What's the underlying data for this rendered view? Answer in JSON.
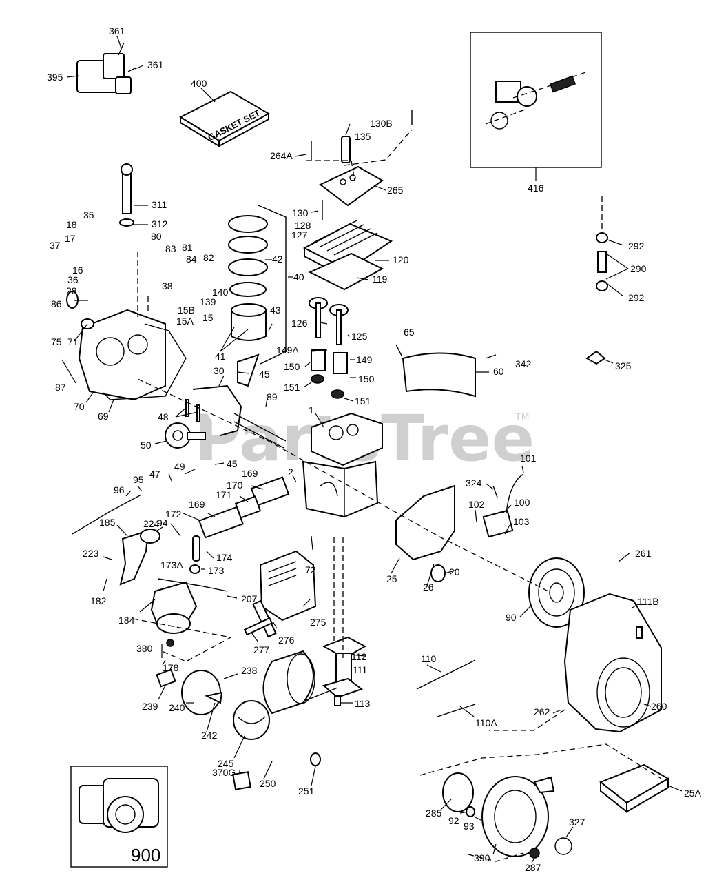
{
  "watermark": {
    "text": "PartsTree",
    "trademark": "TM"
  },
  "gasket_set_text": "GASKET SET",
  "parts": {
    "p361a": "361",
    "p361b": "361",
    "p395": "395",
    "p400": "400",
    "p130B": "130B",
    "p135": "135",
    "p264A": "264A",
    "p265": "265",
    "p416": "416",
    "p311": "311",
    "p312": "312",
    "p35": "35",
    "p18": "18",
    "p17": "17",
    "p37": "37",
    "p16": "16",
    "p36": "36",
    "p28": "28",
    "p80": "80",
    "p83": "83",
    "p81": "81",
    "p84": "84",
    "p82": "82",
    "p139": "139",
    "p140": "140",
    "p42": "42",
    "p40": "40",
    "p130": "130",
    "p128": "128",
    "p127": "127",
    "p120": "120",
    "p119": "119",
    "p292a": "292",
    "p290": "290",
    "p292b": "292",
    "p38": "38",
    "p15B": "15B",
    "p15A": "15A",
    "p15": "15",
    "p86": "86",
    "p75": "75",
    "p71": "71",
    "p87": "87",
    "p70": "70",
    "p69": "69",
    "p43": "43",
    "p41": "41",
    "p126": "126",
    "p125": "125",
    "p149A": "149A",
    "p149": "149",
    "p150a": "150",
    "p150b": "150",
    "p151a": "151",
    "p151b": "151",
    "p65": "65",
    "p342": "342",
    "p60": "60",
    "p325": "325",
    "p30": "30",
    "p45a": "45",
    "p89": "89",
    "p48": "48",
    "p50": "50",
    "p1": "1",
    "p45b": "45",
    "p47": "47",
    "p49": "49",
    "p169a": "169",
    "p2": "2",
    "p170": "170",
    "p171": "171",
    "p169b": "169",
    "p172": "172",
    "p174": "174",
    "p173A": "173A",
    "p173": "173",
    "p96": "96",
    "p95": "95",
    "p224": "224",
    "p94": "94",
    "p185": "185",
    "p223": "223",
    "p182": "182",
    "p184": "184",
    "p207": "207",
    "p72": "72",
    "p101": "101",
    "p324": "324",
    "p100": "100",
    "p102": "102",
    "p103": "103",
    "p25": "25",
    "p26": "26",
    "p20": "20",
    "p261": "261",
    "p111B": "111B",
    "p90": "90",
    "p275": "275",
    "p276": "276",
    "p277": "277",
    "p380": "380",
    "p178": "178",
    "p112": "112",
    "p111": "111",
    "p113": "113",
    "p110": "110",
    "p110A": "110A",
    "p262": "262",
    "p260": "260",
    "p238": "238",
    "p239": "239",
    "p240": "240",
    "p242": "242",
    "p245": "245",
    "p370G": "370G",
    "p250": "250",
    "p251": "251",
    "p285": "285",
    "p92": "92",
    "p93": "93",
    "p390": "390",
    "p287": "287",
    "p327": "327",
    "p25A": "25A",
    "p900": "900"
  }
}
